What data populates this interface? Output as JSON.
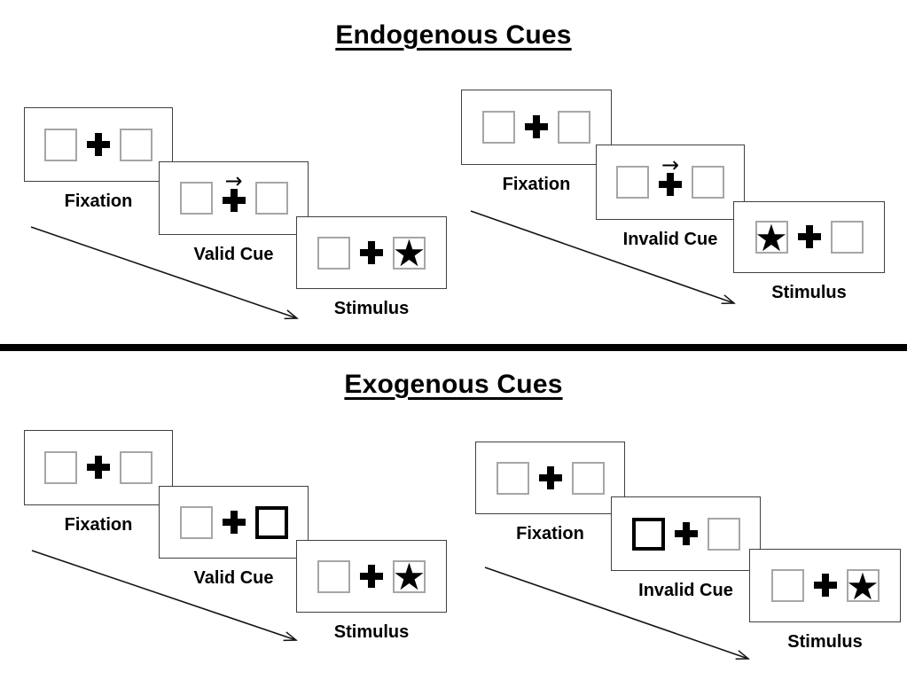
{
  "colors": {
    "background": "#ffffff",
    "card_border": "#404040",
    "placeholder_box_border": "#a6a6a6",
    "cue_box_border": "#000000",
    "divider": "#000000",
    "ink": "#000000"
  },
  "glyphs": {
    "star": "★",
    "cue_arrow": "→"
  },
  "sections": [
    {
      "title": "Endogenous Cues",
      "panels": [
        {
          "id": "endogenous-valid",
          "cue_type": "central-arrow-right",
          "target_side": "right",
          "steps": [
            {
              "label": "Fixation"
            },
            {
              "label": "Valid Cue",
              "cue": "arrow-right"
            },
            {
              "label": "Stimulus",
              "star_side": "right"
            }
          ]
        },
        {
          "id": "endogenous-invalid",
          "cue_type": "central-arrow-right",
          "target_side": "left",
          "steps": [
            {
              "label": "Fixation"
            },
            {
              "label": "Invalid Cue",
              "cue": "arrow-right"
            },
            {
              "label": "Stimulus",
              "star_side": "left"
            }
          ]
        }
      ]
    },
    {
      "title": "Exogenous Cues",
      "panels": [
        {
          "id": "exogenous-valid",
          "cue_type": "peripheral-thick-box-right",
          "target_side": "right",
          "steps": [
            {
              "label": "Fixation"
            },
            {
              "label": "Valid Cue",
              "cue": "thick-box-right"
            },
            {
              "label": "Stimulus",
              "star_side": "right"
            }
          ]
        },
        {
          "id": "exogenous-invalid",
          "cue_type": "peripheral-thick-box-left",
          "target_side": "right",
          "steps": [
            {
              "label": "Fixation"
            },
            {
              "label": "Invalid Cue",
              "cue": "thick-box-left"
            },
            {
              "label": "Stimulus",
              "star_side": "right"
            }
          ]
        }
      ]
    }
  ]
}
